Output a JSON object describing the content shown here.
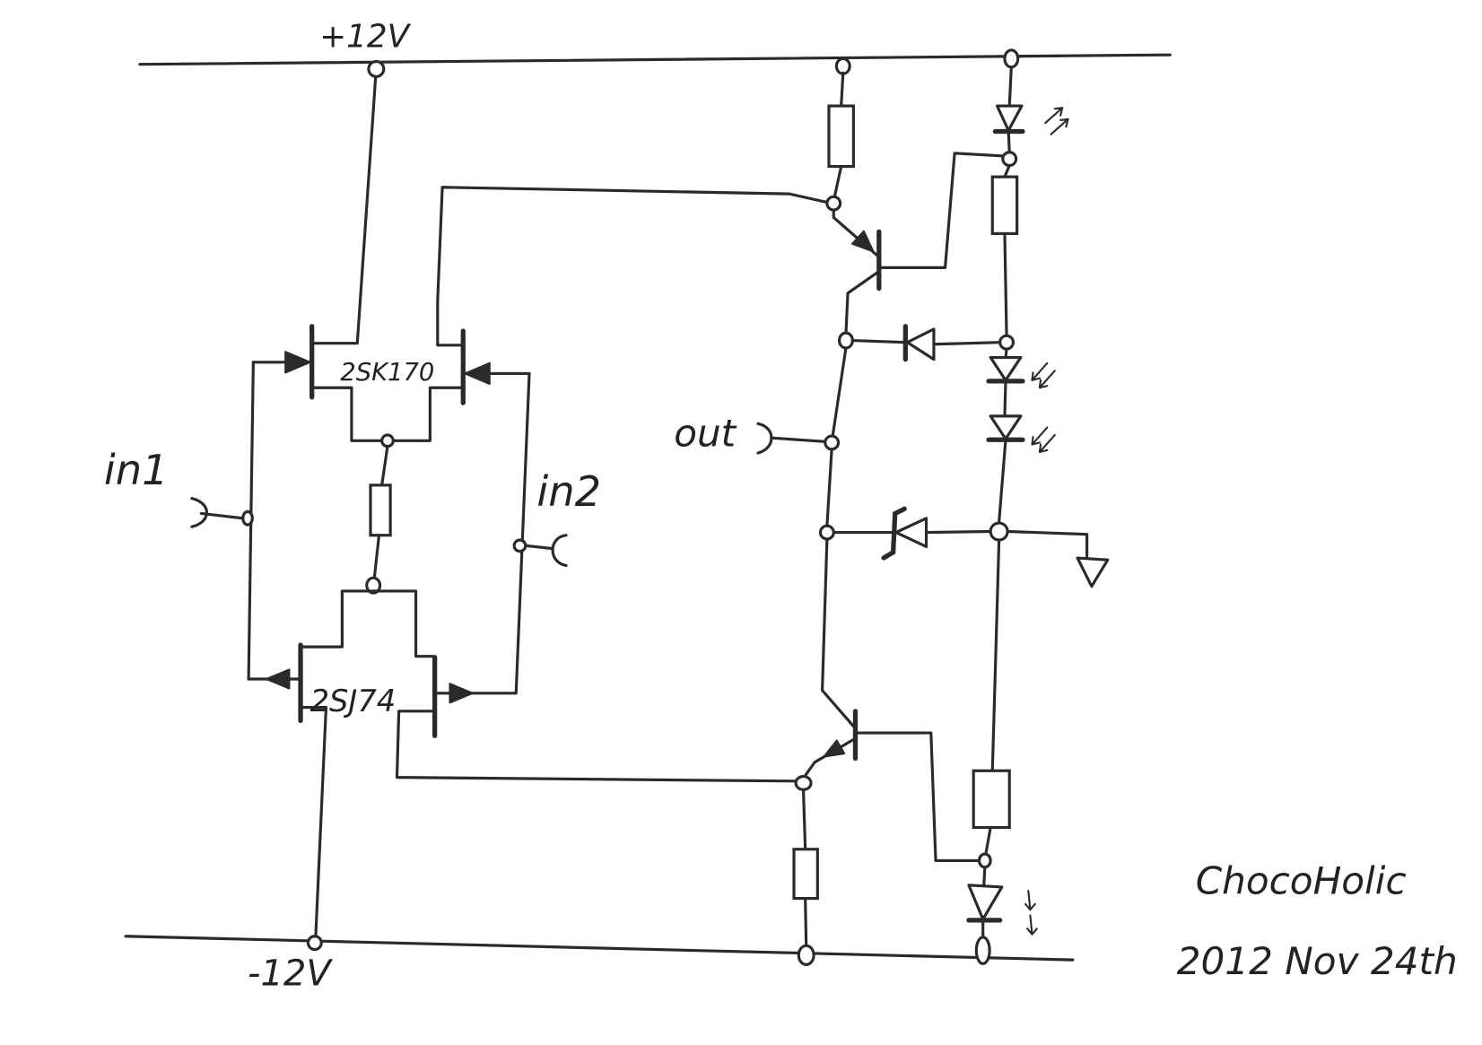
{
  "rails": {
    "positive": "+12V",
    "negative": "-12V"
  },
  "components": {
    "jfet_pair_top": "2SK170",
    "jfet_pair_bottom": "2SJ74"
  },
  "ports": {
    "in1": "in1",
    "in2": "in2",
    "out": "out"
  },
  "signature": {
    "author": "ChocoHolic",
    "date": "2012 Nov 24th"
  },
  "colors": {
    "ink": "#2a2a2a",
    "paper": "#ffffff"
  }
}
